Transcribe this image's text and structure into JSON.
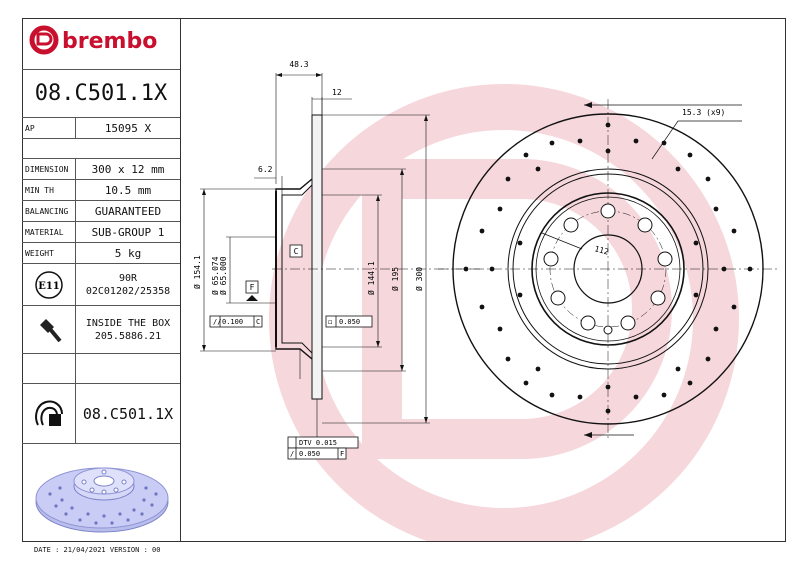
{
  "brand": {
    "name": "brembo",
    "color": "#c8102e"
  },
  "header": {
    "part_number": "08.C501.1X"
  },
  "specs": [
    {
      "label": "AP",
      "value": "15095 X"
    },
    {
      "label": "DIMENSION",
      "value": "300 x 12 mm"
    },
    {
      "label": "MIN TH",
      "value": "10.5 mm"
    },
    {
      "label": "BALANCING",
      "value": "GUARANTEED"
    },
    {
      "label": "MATERIAL",
      "value": "SUB-GROUP 1"
    },
    {
      "label": "WEIGHT",
      "value": "5 kg"
    }
  ],
  "approval": {
    "badge": "E11",
    "line1": "90R",
    "line2": "02C01202/25358"
  },
  "hardware": {
    "line1": "INSIDE THE BOX",
    "line2": "205.5886.21"
  },
  "coating": {
    "part_number": "08.C501.1X"
  },
  "footer": {
    "text": "DATE : 21/04/2021 VERSION : 00"
  },
  "drawing": {
    "dim_hat_depth": "48.3",
    "dim_thickness": "12",
    "dim_hat_wall": "6.2",
    "dia_154": "Ø 154.1",
    "dia_65a": "Ø 65.074",
    "dia_65b": "Ø 65.000",
    "dia_144": "Ø 144.1",
    "dia_195": "Ø 195",
    "dia_300": "Ø 300",
    "datum_c": "C",
    "datum_f": "F",
    "tol_left": "0.100",
    "tol_left_ref": "C",
    "tol_right": "0.050",
    "dtv": "DTV 0.015",
    "runout": "0.050",
    "runout_ref": "F",
    "holes": "15.3 (x9)",
    "pcd": "112"
  }
}
